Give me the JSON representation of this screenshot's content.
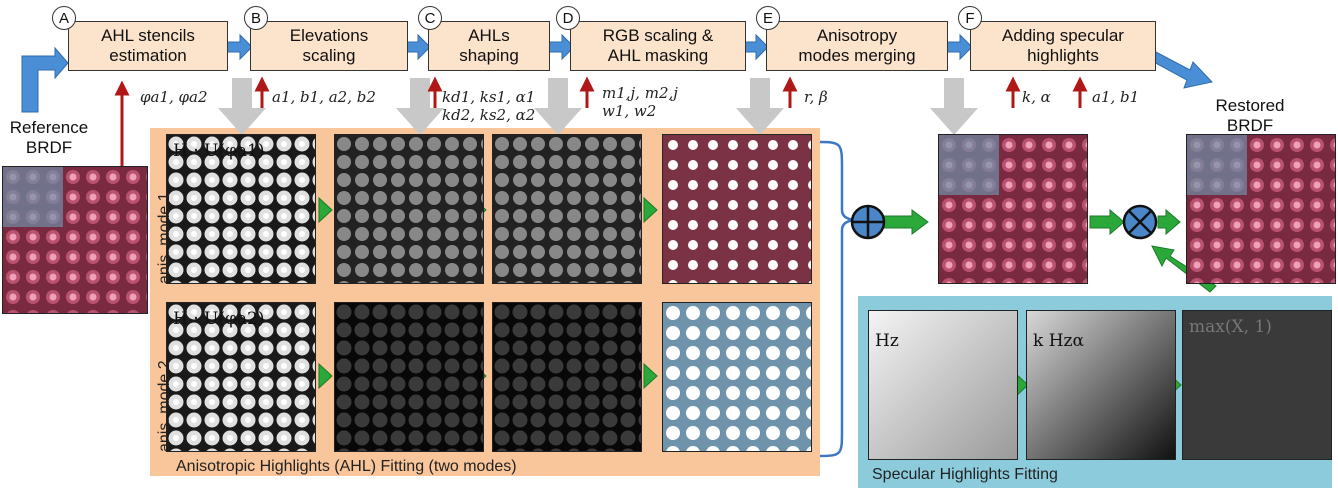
{
  "stages": [
    {
      "letter": "A",
      "label": "AHL stencils\nestimation",
      "params": "φa1, φa2"
    },
    {
      "letter": "B",
      "label": "Elevations\nscaling",
      "params": "a1, b1, a2, b2"
    },
    {
      "letter": "C",
      "label": "AHLs\nshaping",
      "params": "kd1, ks1, α1\nkd2, ks2, α2"
    },
    {
      "letter": "D",
      "label": "RGB scaling &\nAHL masking",
      "params": "m1,j, m2,j\nw1, w2"
    },
    {
      "letter": "E",
      "label": "Anisotropy\nmodes merging",
      "params": "r, β"
    },
    {
      "letter": "F",
      "label": "Adding specular\nhighlights",
      "params": "k, α",
      "params2": "a1, b1"
    }
  ],
  "reference_label": "Reference\nBRDF",
  "restored_label": "Restored\nBRDF",
  "ahl_panel": {
    "title": "Anisotropic Highlights (AHL) Fitting (two modes)",
    "mode1_label": "anis. mode 1",
    "mode2_label": "anis. mode 2",
    "mode1_tile_label": "H · U(φa1)",
    "mode2_tile_label": "H · U(φa2)"
  },
  "spec_panel": {
    "title": "Specular Highlights Fitting",
    "tile_labels": [
      "Hz",
      "k Hzα",
      "max(X, 1)"
    ]
  },
  "operators": {
    "merge": "plus-circle-icon",
    "multiply": "times-circle-icon"
  },
  "colors": {
    "stage_fill": "#fbe3cc",
    "ahl_panel": "#f8c69a",
    "spec_panel": "#8ccbdc",
    "flow_arrow": "#4a8fd6",
    "param_arrow": "#b01818",
    "green_arrow": "#2aa83a",
    "gray_arrow": "#c8c8c8",
    "operator_fill": "#4a86c8",
    "brdf_red": "#8a2a44",
    "brdf_blue": "#6e92a8"
  }
}
